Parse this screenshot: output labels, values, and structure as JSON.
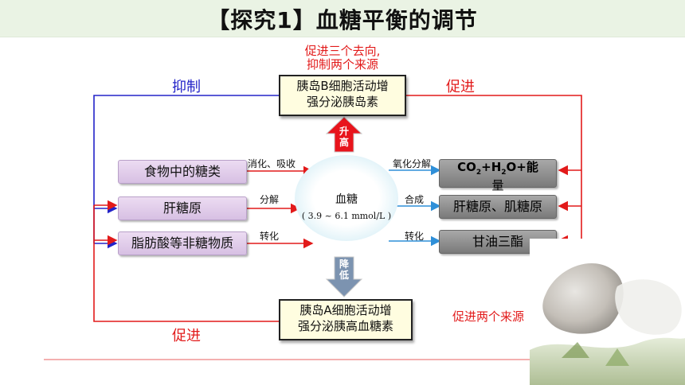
{
  "title": "【探究1】血糖平衡的调节",
  "top_note_line1": "促进三个去向,",
  "top_note_line2": "抑制两个来源",
  "label_inhibit": "抑制",
  "label_promote_top": "促进",
  "label_promote_bottom": "促进",
  "bottom_note": "促进两个来源",
  "beta_box": {
    "line1": "胰岛B细胞活动增",
    "line2": "强分泌胰岛素"
  },
  "alpha_box": {
    "line1": "胰岛A细胞活动增",
    "line2": "强分泌胰高血糖素"
  },
  "sources": [
    {
      "label": "食物中的糖类",
      "process": "消化、吸收"
    },
    {
      "label": "肝糖原",
      "process": "分解"
    },
    {
      "label": "脂肪酸等非糖物质",
      "process": "转化"
    }
  ],
  "destinations": [
    {
      "process": "氧化分解",
      "label_a": "CO",
      "sub_a": "2",
      "label_b": "+H",
      "sub_b": "2",
      "label_c": "O+能",
      "label_d": "量"
    },
    {
      "process": "合成",
      "label": "肝糖原、肌糖原"
    },
    {
      "process": "转化",
      "label": "甘油三酯"
    }
  ],
  "center": {
    "name": "血糖",
    "range": "( 3.9 ~ 6.1 mmol/L )"
  },
  "arrow_up": {
    "c1": "升",
    "c2": "高"
  },
  "arrow_down": {
    "c1": "降",
    "c2": "低"
  },
  "colors": {
    "red": "#e21a1a",
    "blue": "#2323c8",
    "title_bg": "#eaf3e4"
  }
}
